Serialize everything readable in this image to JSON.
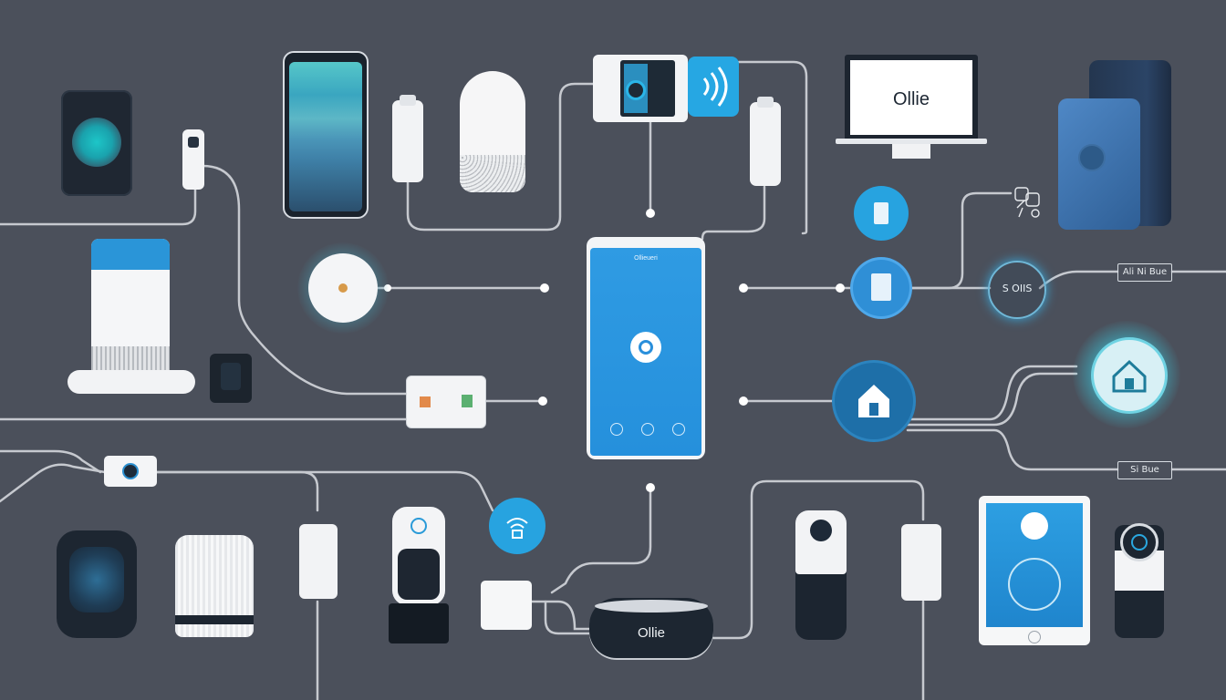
{
  "brand": {
    "monitor_text": "Ollie",
    "speaker_text": "Ollie"
  },
  "hub_phone": {
    "app_title": "Ollieueri"
  },
  "labels": {
    "ring_label": "S OIIS",
    "tag_top_right": "Ali Ni Bue",
    "tag_bottom_right": "Si Bue"
  },
  "colors": {
    "background": "#4b505b",
    "wire": "#c9ccd2",
    "accent_blue": "#2f9ae0",
    "device_white": "#f4f5f7",
    "device_dark": "#1f2833"
  },
  "icons": [
    "wifi-signal-icon",
    "home-icon",
    "smart-home-icon",
    "power-icon"
  ]
}
